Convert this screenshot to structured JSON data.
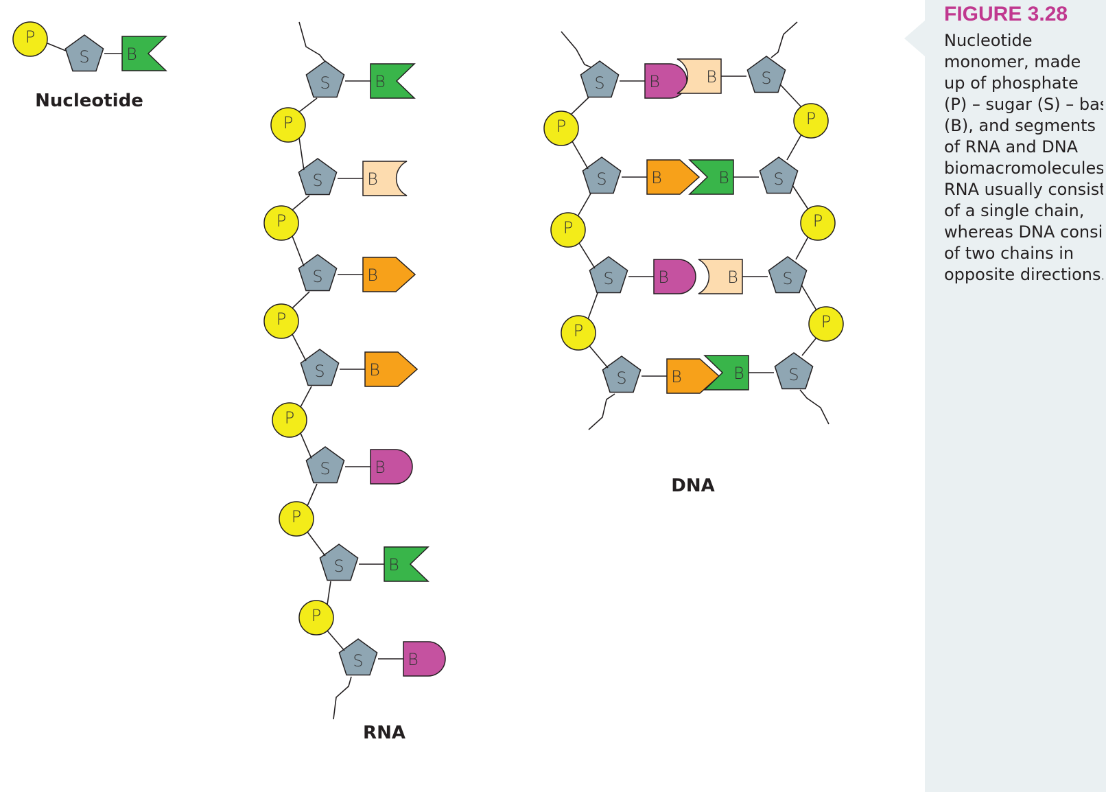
{
  "labels": {
    "phosphate": "P",
    "sugar": "S",
    "base": "B",
    "nucleotide_caption": "Nucleotide",
    "rna_caption": "RNA",
    "dna_caption": "DNA"
  },
  "figure": {
    "number": "FIGURE 3.28",
    "caption_lines": [
      "Nucleotide",
      "monomer, made",
      "up of phosphate",
      "(P) – sugar (S) – base",
      "(B), and segments",
      "of RNA and DNA",
      "biomacromolecules.",
      "RNA usually consists",
      "of a single chain,",
      "whereas DNA consists",
      "of two chains in",
      "opposite directions."
    ]
  },
  "colors": {
    "phosphate": "#f3ec19",
    "sugar": "#8fa6b3",
    "base_green": "#39b54a",
    "base_peach": "#fddcaf",
    "base_orange": "#f7a11a",
    "base_magenta": "#c552a0",
    "caption_accent": "#c0388f",
    "caption_panel": "#eaf0f2"
  },
  "rna_bases": [
    "green",
    "peach",
    "orange",
    "orange",
    "magenta",
    "green",
    "magenta"
  ],
  "dna_pairs": [
    [
      "magenta",
      "peach"
    ],
    [
      "orange",
      "green"
    ],
    [
      "magenta",
      "peach"
    ],
    [
      "orange",
      "green"
    ]
  ]
}
